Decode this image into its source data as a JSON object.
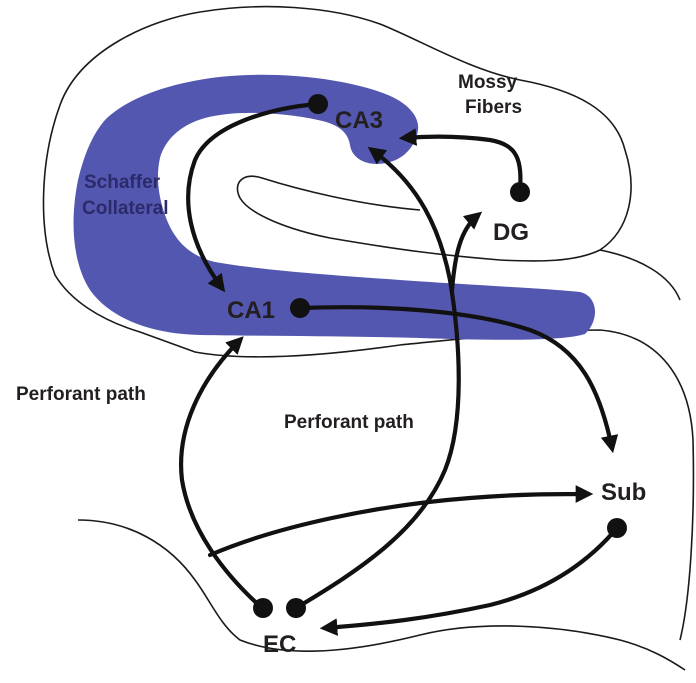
{
  "colors": {
    "pyramidal_layer": "#5457b0",
    "line": "#111111",
    "text": "#231f20"
  },
  "regions": {
    "ca3": "CA3",
    "ca1": "CA1",
    "dg": "DG",
    "sub": "Sub",
    "ec": "EC"
  },
  "pathways": {
    "mossy_fibers_line1": "Mossy",
    "mossy_fibers_line2": "Fibers",
    "schaffer_line1": "Schaffer",
    "schaffer_line2": "Collateral",
    "perforant_left": "Perforant path",
    "perforant_right": "Perforant path"
  }
}
